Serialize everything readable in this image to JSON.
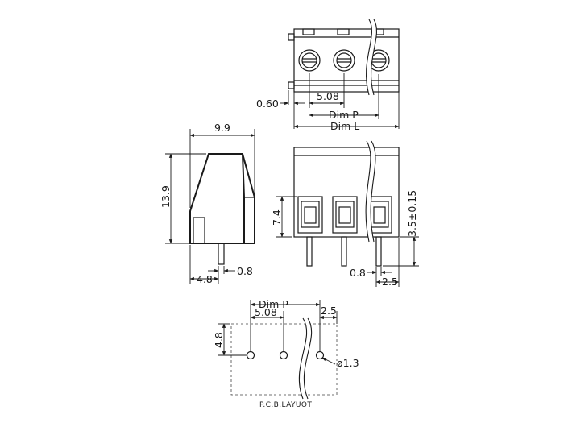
{
  "labels": {
    "top_dim_pitch": "5.08",
    "top_dim_060": "0.60",
    "top_dim_p": "Dim  P",
    "top_dim_l": "Dim  L",
    "side_width": "9.9",
    "side_height": "13.9",
    "side_pin_offset": "4.8",
    "side_pin_width": "0.8",
    "front_height": "7.4",
    "front_pin_len": "3.5±0.15",
    "front_pin_width": "0.8",
    "front_pin_end": "2.5",
    "pcb_dim_p": "Dim  P",
    "pcb_pitch": "5.08",
    "pcb_edge": "2.5",
    "pcb_vertical": "4.8",
    "pcb_hole": "ø1.3",
    "pcb_caption": "P.C.B.LAYUOT"
  },
  "colors": {
    "line": "#1a1a1a",
    "background": "#ffffff"
  }
}
